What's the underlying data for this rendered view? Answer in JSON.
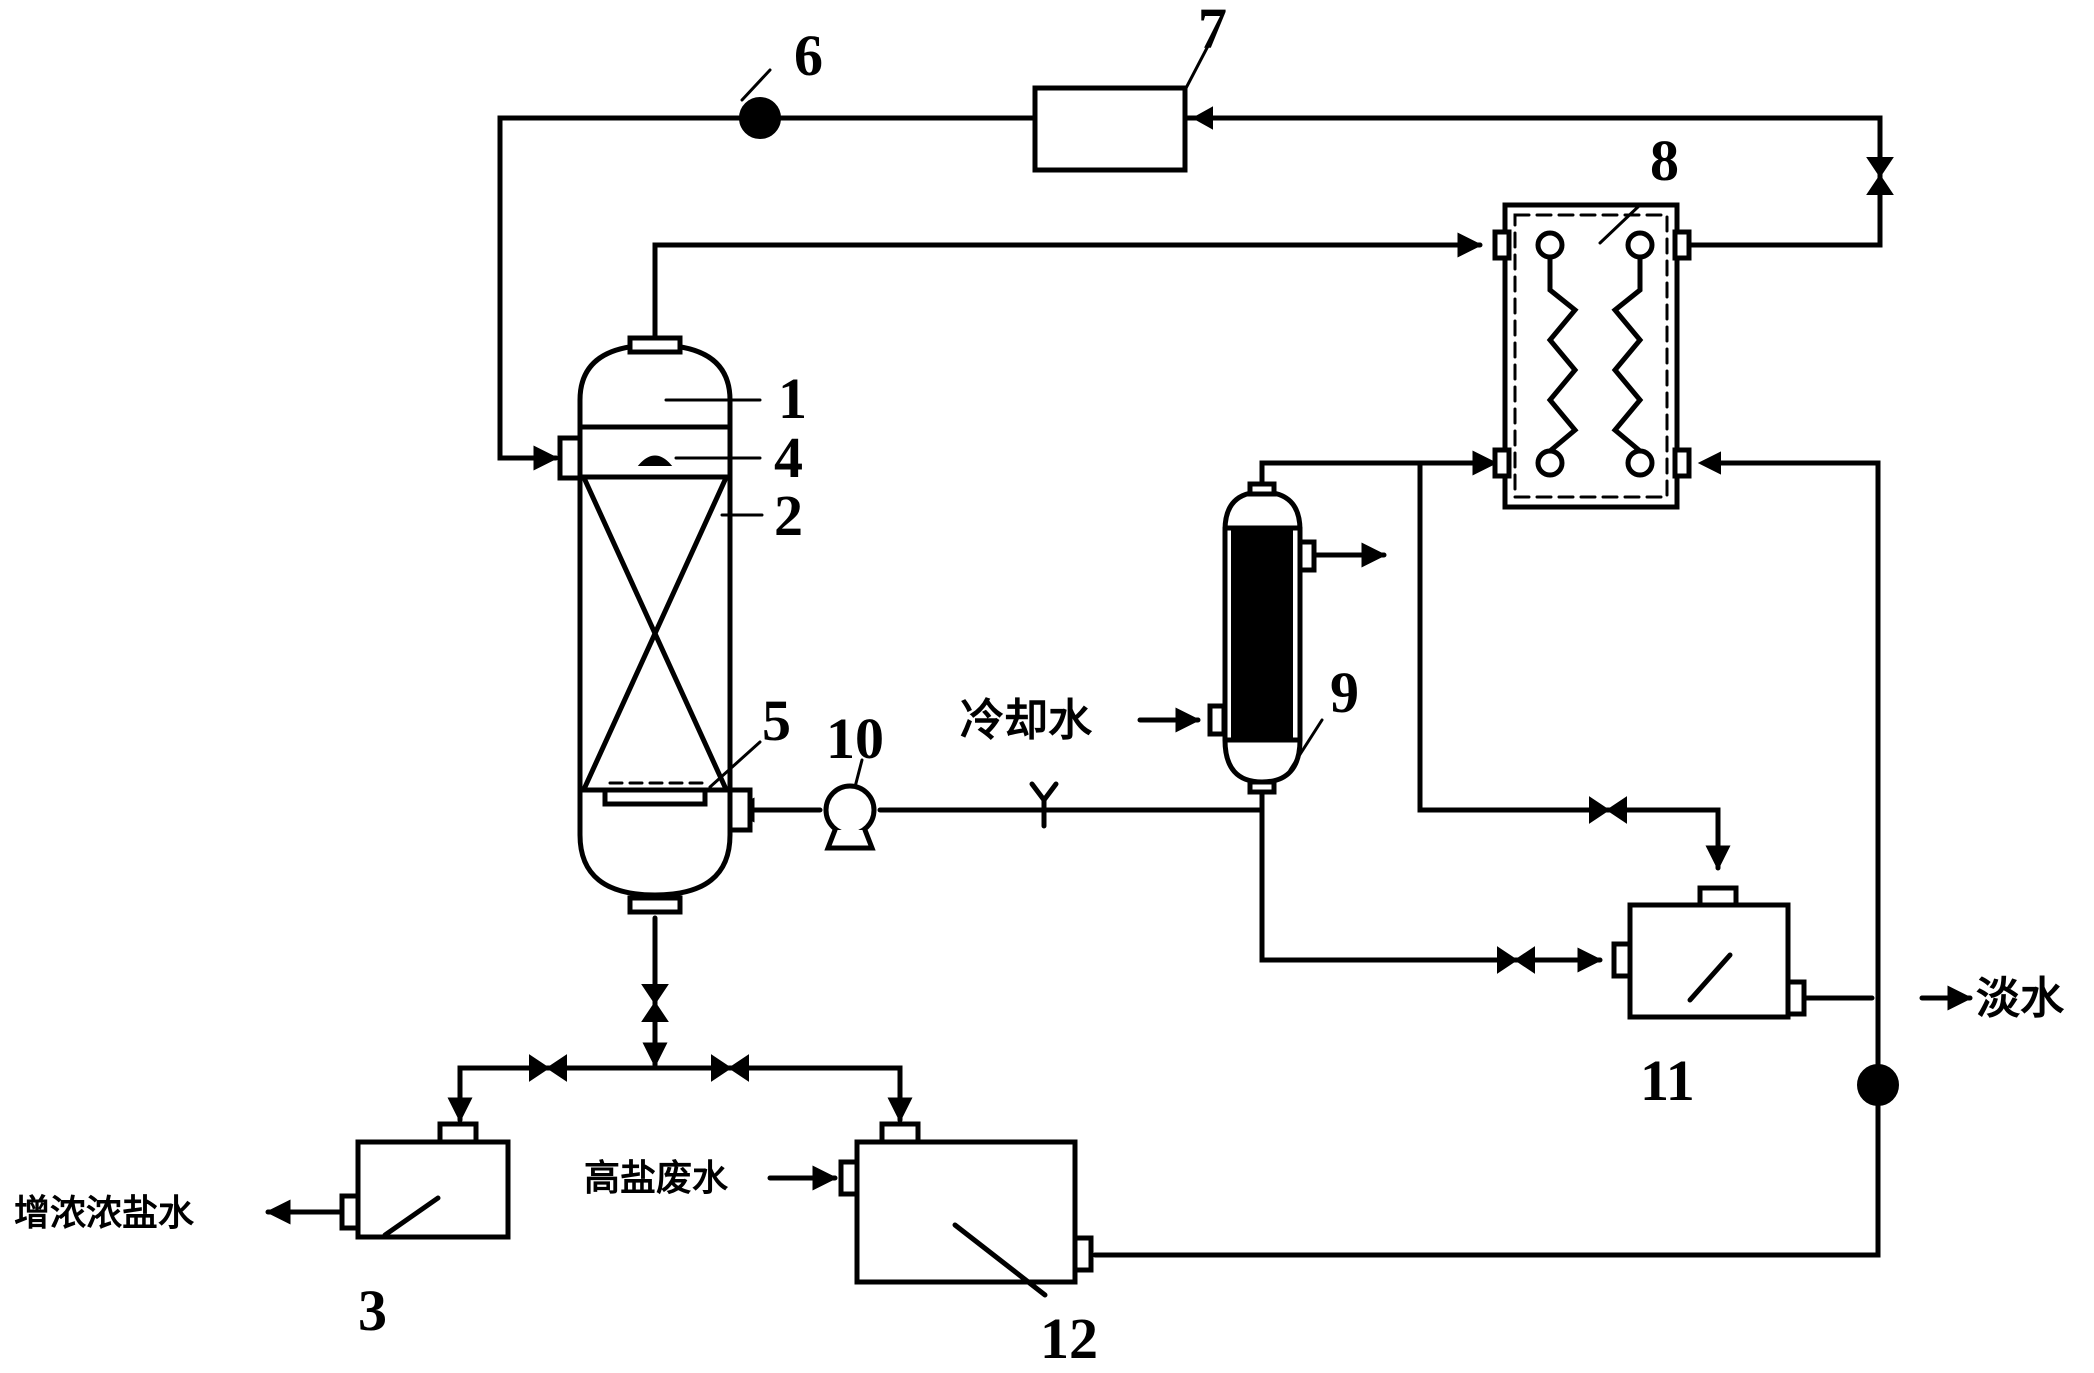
{
  "labels": {
    "evaporator": "1",
    "packing": "2",
    "concentrate_tank": "3",
    "distributor": "4",
    "gas_distributor": "5",
    "fan_6": "6",
    "heater_7": "7",
    "plate_exchanger": "8",
    "condenser": "9",
    "blower_10": "10",
    "freshwater_tank": "11",
    "brine_tank": "12"
  },
  "streams": {
    "cooling_water": "冷却水",
    "high_salt_wastewater": "高盐废水",
    "concentrated_brine": "增浓浓盐水",
    "fresh_water": "淡水"
  }
}
